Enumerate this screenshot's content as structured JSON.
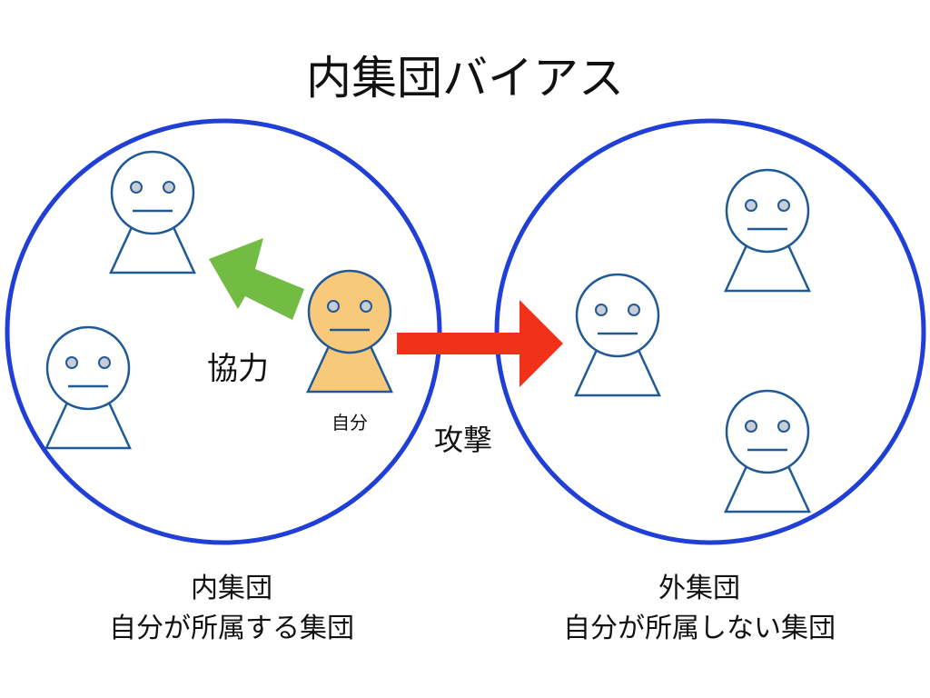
{
  "title": "内集団バイアス",
  "labels": {
    "cooperation": "協力",
    "self": "自分",
    "attack": "攻撃"
  },
  "in_group": {
    "name": "内集団",
    "description": "自分が所属する集団"
  },
  "out_group": {
    "name": "外集団",
    "description": "自分が所属しない集団"
  },
  "colors": {
    "circle": "#1f3fd6",
    "figure_stroke": "#1f5a96",
    "self_fill": "#f8c97a",
    "eye_fill": "#c8cdd8",
    "cooperation_arrow": "#72bc44",
    "attack_arrow": "#f2311a"
  }
}
